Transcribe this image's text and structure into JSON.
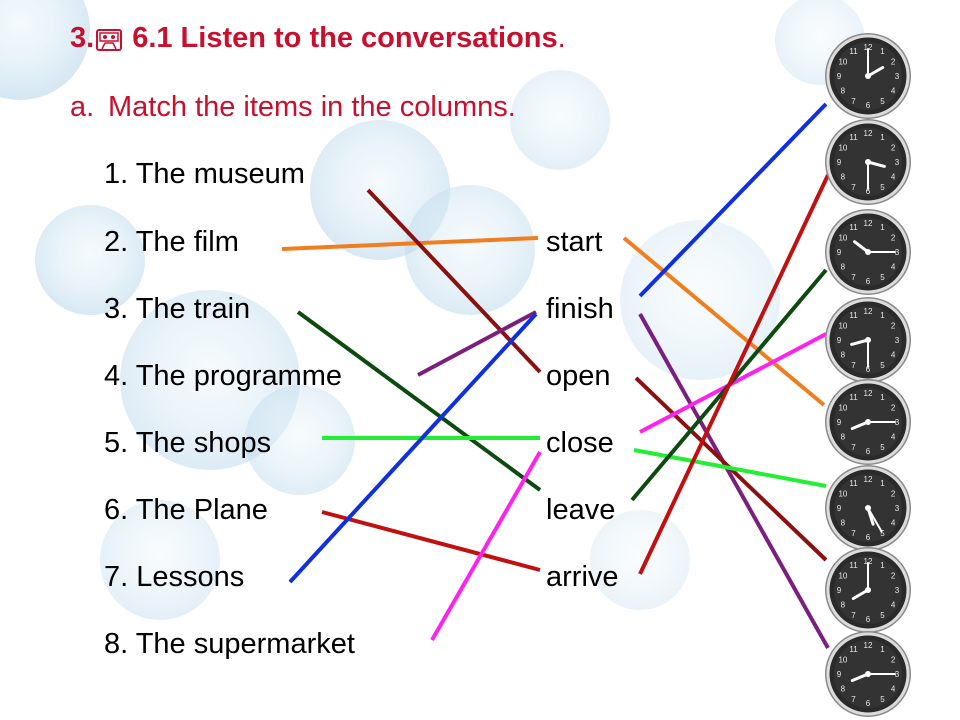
{
  "heading": {
    "number": "3.",
    "icon": "cassette-tape-icon",
    "text": "6.1 Listen to the conversations",
    "period": "."
  },
  "subtitle": {
    "label": "a.",
    "text": "Match the items in the columns."
  },
  "items": [
    "1. The museum",
    "2. The film",
    "3. The train",
    "4. The programme",
    "5. The shops",
    "6. The Plane",
    "7. Lessons",
    "8. The supermarket"
  ],
  "verbs": [
    "start",
    "finish",
    "open",
    "close",
    "leave",
    "arrive"
  ],
  "colors": {
    "heading": "#c8102e",
    "line_orange": "#f07d1e",
    "line_maroon": "#8b1010",
    "line_dark_green": "#0d4a10",
    "line_purple": "#7b1f7e",
    "line_green": "#22ee33",
    "line_red": "#c01010",
    "line_blue": "#1030e0",
    "line_magenta": "#ff22ee"
  },
  "clocks": [
    {
      "hour": 2,
      "minute": 0
    },
    {
      "hour": 3,
      "minute": 30
    },
    {
      "hour": 10,
      "minute": 15
    },
    {
      "hour": 8,
      "minute": 30
    },
    {
      "hour": 8,
      "minute": 15
    },
    {
      "hour": 5,
      "minute": 25
    },
    {
      "hour": 8,
      "minute": 0
    },
    {
      "hour": 8,
      "minute": 15
    }
  ]
}
